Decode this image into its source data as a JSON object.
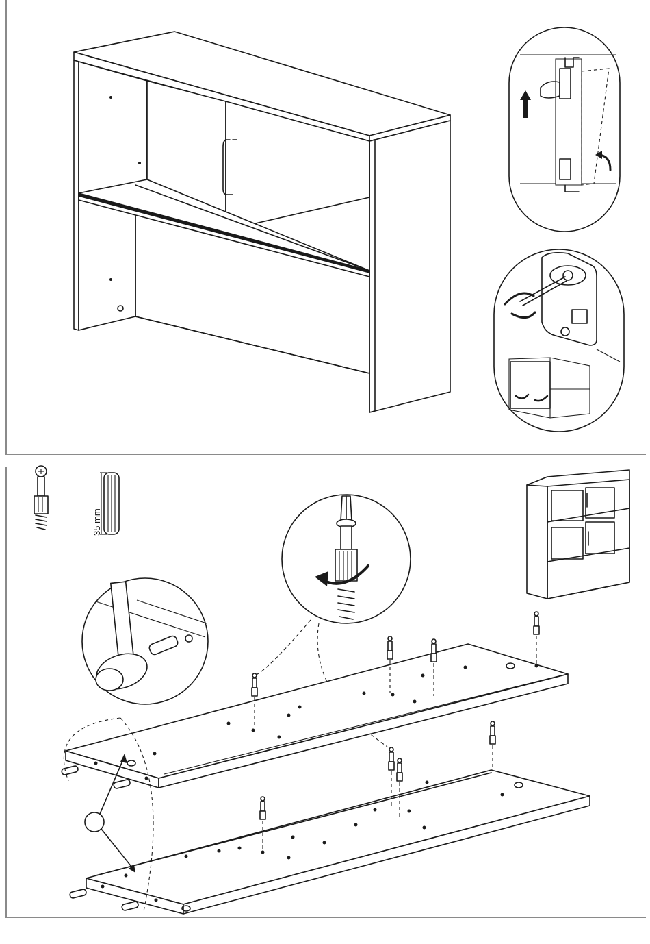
{
  "labels": {
    "dowel_length": "35 mm"
  },
  "icons": {
    "cabinet": "hutch-cabinet-illustration",
    "door_detail": "hinge-adjust-detail",
    "hinge_screw": "screwdriver-adjust-detail",
    "cam_bolt": "cam-bolt-part",
    "dowel": "wooden-dowel-part",
    "hammer": "hammer-dowel-detail",
    "screwdriver": "screwdriver-bolt-detail",
    "assembled": "assembled-hutch-thumbnail",
    "shelf": "shelf-panel"
  },
  "colors": {
    "line": "#1a1a1a",
    "frame": "#8a8a8a",
    "background": "#ffffff"
  }
}
